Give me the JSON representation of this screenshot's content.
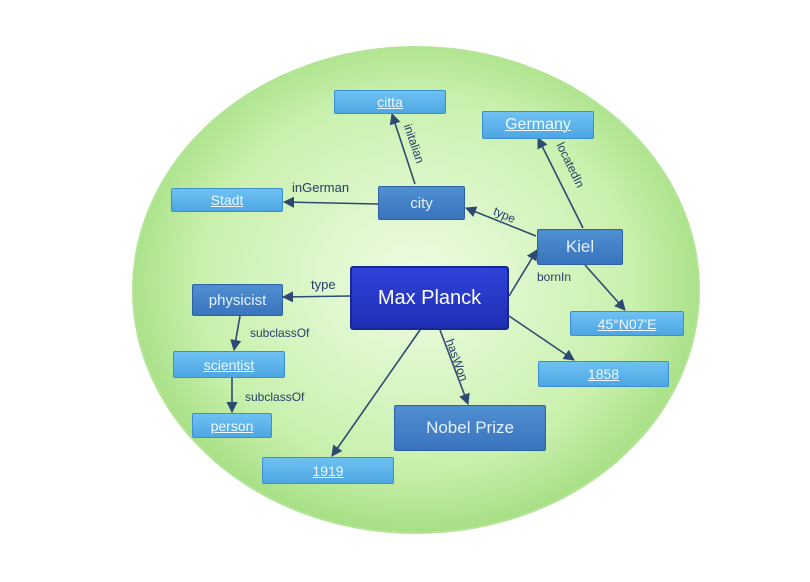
{
  "colors": {
    "sphere_center": "#e9fbdc",
    "sphere_edge": "#a6df84",
    "edge": "#2d4a72",
    "literal_node": "#5bb1ea",
    "class_node": "#4582c8",
    "main_node": "#2537c6"
  },
  "nodes": {
    "citta": "citta",
    "germany": "Germany",
    "stadt": "Stadt",
    "city": "city",
    "kiel": "Kiel",
    "physicist": "physicist",
    "max_planck": "Max Planck",
    "coordinates": "45°N07'E",
    "scientist": "scientist",
    "year_1858": "1858",
    "person": "person",
    "nobel_prize": "Nobel Prize",
    "year_1919": "1919"
  },
  "edges": {
    "initalian": "initalian",
    "locatedin": "locatedIn",
    "ingerman": "inGerman",
    "type_city": "type",
    "bornin": "bornIn",
    "type_physicist": "type",
    "subclassof_1": "subclassOf",
    "subclassof_2": "subclassOf",
    "haswon": "hasWon"
  }
}
